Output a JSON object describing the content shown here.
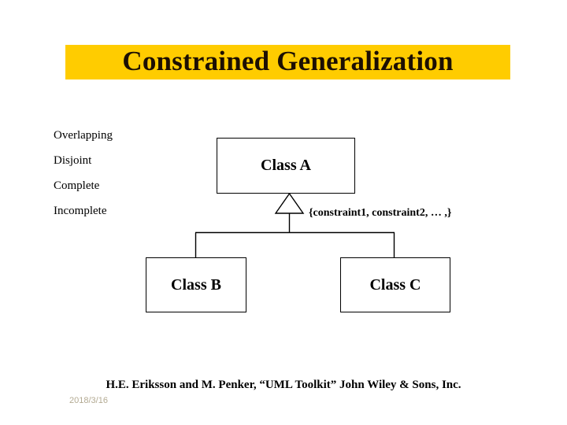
{
  "slide": {
    "title": "Constrained Generalization",
    "banner_color": "#FFCC00",
    "title_color": "#1c0f03",
    "background_color": "#FFFFFF"
  },
  "keywords": {
    "items": [
      {
        "label": "Overlapping"
      },
      {
        "label": "Disjoint"
      },
      {
        "label": "Complete"
      },
      {
        "label": "Incomplete"
      }
    ]
  },
  "diagram": {
    "type": "uml-class-generalization",
    "superclass": {
      "name": "Class A"
    },
    "subclasses": [
      {
        "name": "Class B"
      },
      {
        "name": "Class C"
      }
    ],
    "constraint_annotation": "{constraint1, constraint2, … ,}",
    "arrow_icon": "hollow-triangle-generalization-icon",
    "line_color": "#000000"
  },
  "footer": {
    "citation": "H.E. Eriksson and M. Penker, “UML Toolkit” John Wiley & Sons, Inc.",
    "date": "2018/3/16",
    "date_color": "#b3aa92"
  }
}
